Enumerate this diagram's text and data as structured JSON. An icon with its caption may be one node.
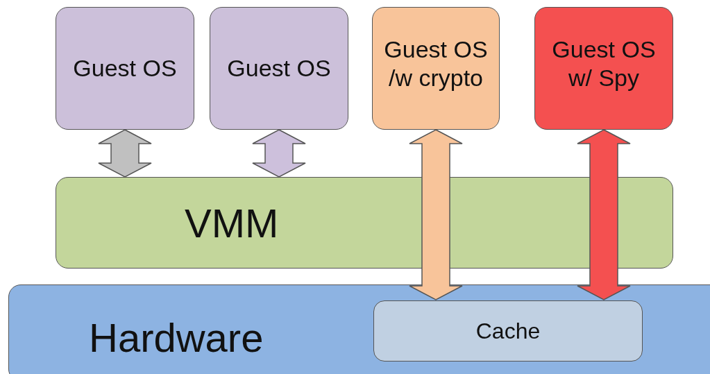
{
  "diagram": {
    "nodes": [
      {
        "text": [
          "Guest OS"
        ]
      },
      {
        "text": [
          "Guest OS"
        ]
      },
      {
        "text": [
          "Guest OS /w crypto"
        ]
      },
      {
        "text": [
          "Guest OS w/ Spy"
        ]
      },
      {
        "text": [
          "VMM"
        ]
      },
      {
        "text": [
          "Hardware"
        ]
      },
      {
        "text": [
          "Cache"
        ],
        "in": 5
      }
    ],
    "edges": [
      {
        "from": 0,
        "to": 4,
        "arrow": "both",
        "style": "thick",
        "color": "#c0c0c0"
      },
      {
        "from": 1,
        "to": 4,
        "arrow": "both",
        "style": "thick",
        "color": "#cdc0dc"
      },
      {
        "from": 2,
        "to": 6,
        "arrow": "both",
        "style": "thick",
        "color": "#f8c49a"
      },
      {
        "from": 3,
        "to": 6,
        "arrow": "both",
        "style": "thick",
        "color": "#f45050"
      }
    ]
  }
}
